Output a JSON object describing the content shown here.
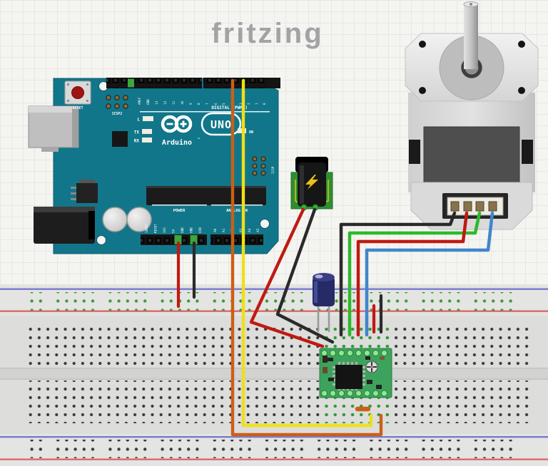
{
  "app": {
    "watermark": "fritzing"
  },
  "arduino": {
    "logo_uno": "UNO",
    "brand": "Arduino",
    "tm": "™",
    "label_reset": "RESET",
    "label_icsp2": "ICSP2",
    "label_icsp": "ICSP",
    "label_digital": "DIGITAL (PWM~)",
    "label_l": "L",
    "label_tx": "TX",
    "label_rx": "RX",
    "label_on": "ON",
    "label_power": "POWER",
    "label_analog": "ANALOG IN",
    "digital_pins": [
      "AREF",
      "GND",
      "13",
      "12",
      "11",
      "10",
      "9",
      "8",
      "7",
      "6",
      "5",
      "4",
      "3",
      "2",
      "1",
      "0"
    ],
    "power_pins": [
      "IOREF",
      "RESET",
      "3V3",
      "5V",
      "GND",
      "GND",
      "VIN"
    ],
    "analog_pins": [
      "A0",
      "A1",
      "A2",
      "A3",
      "A4",
      "A5"
    ]
  },
  "colors": {
    "wire_red": "#bf1a12",
    "wire_black": "#2a2a2a",
    "wire_green": "#2db92d",
    "wire_blue": "#3f86cc",
    "wire_orange": "#cc5f16",
    "wire_yellow": "#eee018",
    "arduino_teal": "#12768a",
    "breadboard_body": "#e4e4e2",
    "rail_blue": "#7a7ad0",
    "rail_red": "#da6a6a",
    "pcb_green": "#2e8f32",
    "driver_green": "#3da35c",
    "watermark_gray": "#a3a3a5"
  },
  "connections": [
    {
      "color": "red",
      "from": "Arduino 5V pin",
      "to": "breadboard top + rail"
    },
    {
      "color": "black",
      "from": "Arduino GND pin",
      "to": "breadboard top - rail"
    },
    {
      "color": "orange",
      "from": "Arduino digital pin",
      "to": "breadboard column below driver"
    },
    {
      "color": "yellow",
      "from": "Arduino digital pin",
      "to": "breadboard column below driver"
    },
    {
      "color": "red",
      "from": "power jack pad",
      "to": "breadboard column above driver"
    },
    {
      "color": "black",
      "from": "power jack pad",
      "to": "breadboard column above driver"
    },
    {
      "color": "black",
      "from": "stepper motor pin 1",
      "to": "breadboard column above driver"
    },
    {
      "color": "red",
      "from": "stepper motor pin 2",
      "to": "breadboard column above driver"
    },
    {
      "color": "green",
      "from": "stepper motor pin 3",
      "to": "breadboard column above driver"
    },
    {
      "color": "blue",
      "from": "stepper motor pin 4",
      "to": "breadboard column above driver"
    },
    {
      "color": "red",
      "from": "breadboard + rail",
      "to": "breadboard column above driver"
    },
    {
      "color": "black",
      "from": "breadboard - rail",
      "to": "breadboard column above driver"
    }
  ]
}
